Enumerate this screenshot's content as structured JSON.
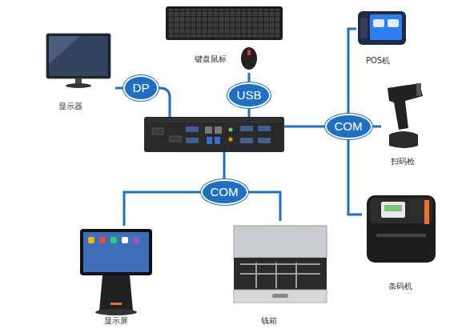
{
  "diagram": {
    "nodes": [
      {
        "text": [
          "键盘鼠标"
        ]
      },
      {
        "text": [
          "USB"
        ]
      },
      {
        "text": [
          "POS机"
        ]
      },
      {
        "text": [
          "显示器"
        ]
      },
      {
        "text": [
          "DP"
        ]
      },
      {
        "text": [
          "扫码枪"
        ]
      },
      {
        "text": [
          "COM"
        ]
      },
      {
        "text": [
          "COM"
        ]
      },
      {
        "text": [
          "条码机"
        ]
      },
      {
        "text": [
          "显示屏"
        ]
      },
      {
        "text": [
          "钱箱"
        ]
      }
    ],
    "edges": [
      {
        "from": 1,
        "to": 0,
        "arrow": "none"
      },
      {
        "from": 4,
        "to": 3,
        "arrow": "none"
      },
      {
        "from": 6,
        "to": 2,
        "arrow": "none"
      },
      {
        "from": 6,
        "to": 5,
        "arrow": "none"
      },
      {
        "from": 6,
        "to": 8,
        "arrow": "none"
      },
      {
        "from": 7,
        "to": 9,
        "arrow": "none"
      },
      {
        "from": 7,
        "to": 10,
        "arrow": "none"
      }
    ]
  }
}
